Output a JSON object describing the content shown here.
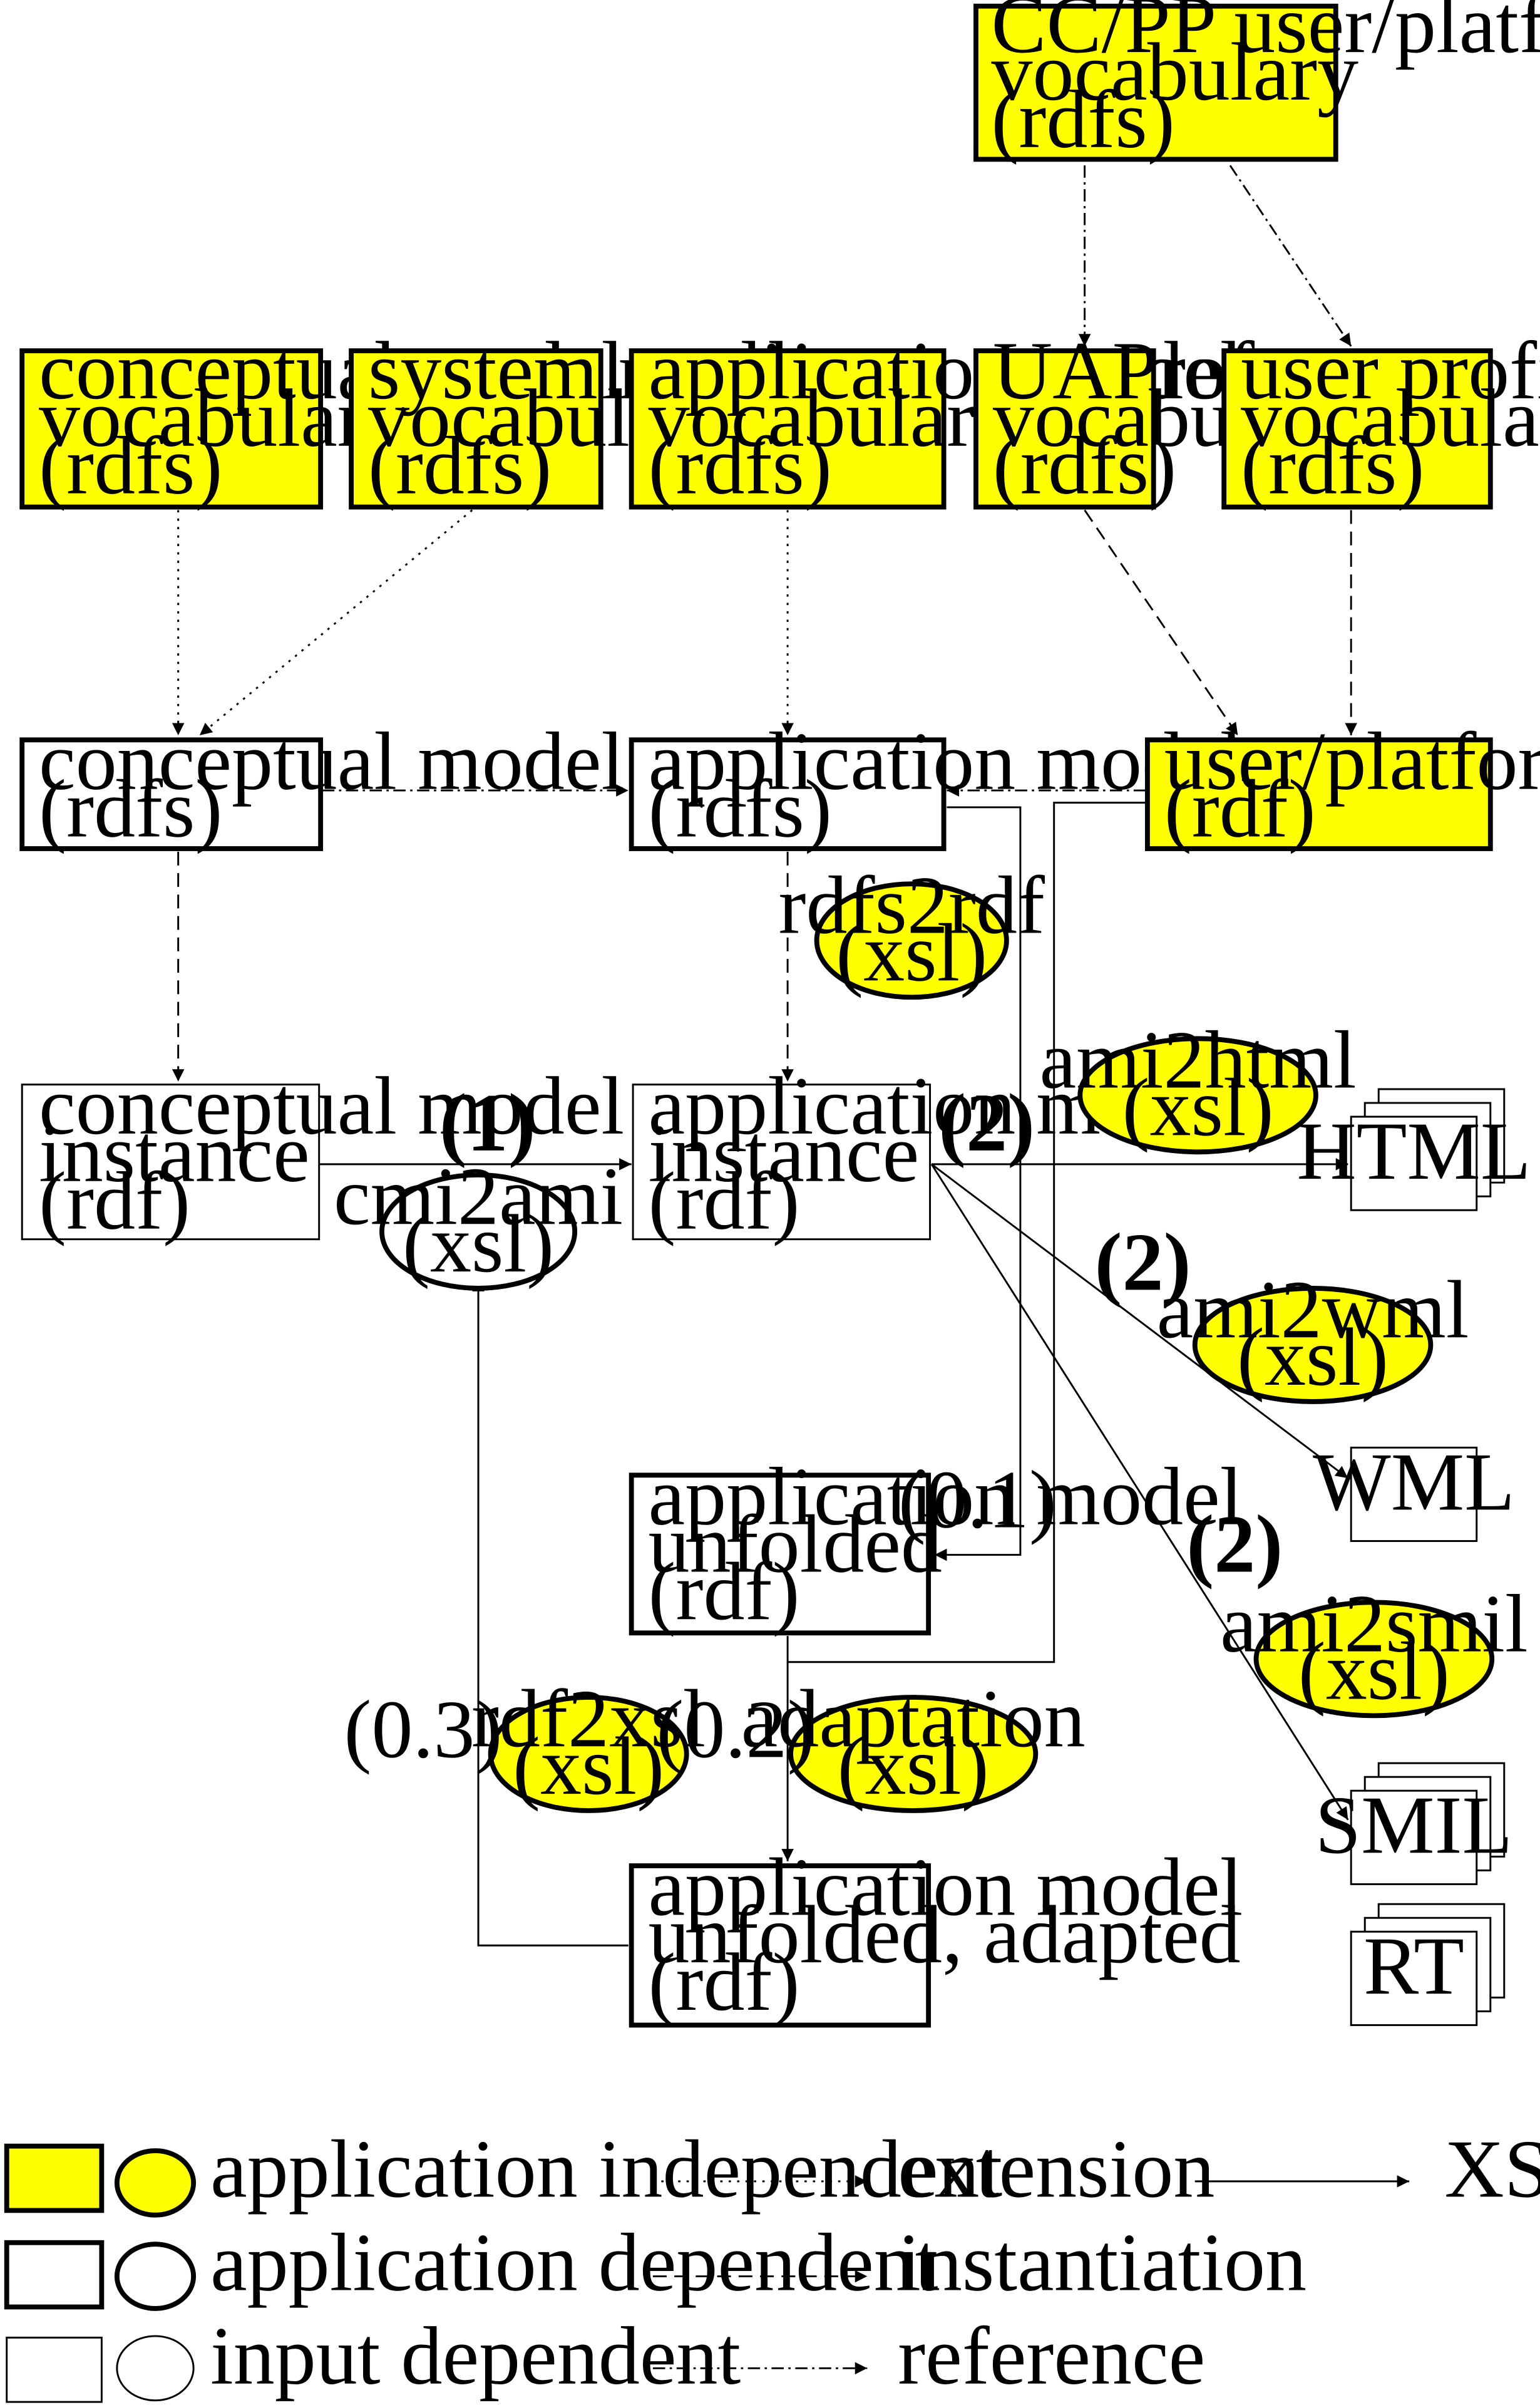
{
  "colors": {
    "independent_fill": "#ffff00",
    "dependent_fill": "#ffffff",
    "stroke": "#000000"
  },
  "nodes": {
    "ccpp_vocab": {
      "lines": [
        "CC/PP user/platform",
        "vocabulary",
        "(rdfs)"
      ],
      "shape": "box",
      "kind": "independent"
    },
    "cm_vocab": {
      "lines": [
        "conceptual model",
        "vocabulary",
        "(rdfs)"
      ],
      "shape": "box",
      "kind": "independent"
    },
    "sm_vocab": {
      "lines": [
        "system media",
        "vocabulary",
        "(rdfs)"
      ],
      "shape": "box",
      "kind": "independent"
    },
    "am_vocab": {
      "lines": [
        "application model",
        "vocabulary",
        "(rdfs)"
      ],
      "shape": "box",
      "kind": "independent"
    },
    "uaprof_vocab": {
      "lines": [
        "UAProf",
        "vocabulary",
        "(rdfs)"
      ],
      "shape": "box",
      "kind": "independent"
    },
    "up_vocab": {
      "lines": [
        "user profile",
        "vocabulary",
        "(rdfs)"
      ],
      "shape": "box",
      "kind": "independent"
    },
    "cm": {
      "lines": [
        "conceptual model",
        "(rdfs)"
      ],
      "shape": "box",
      "kind": "dependent"
    },
    "am": {
      "lines": [
        "application model",
        "(rdfs)"
      ],
      "shape": "box",
      "kind": "dependent"
    },
    "upp": {
      "lines": [
        "user/platform profile",
        "(rdf)"
      ],
      "shape": "box",
      "kind": "independent"
    },
    "cmi": {
      "lines": [
        "conceptual model",
        "instance",
        "(rdf)"
      ],
      "shape": "box",
      "kind": "input"
    },
    "ami": {
      "lines": [
        "application model",
        "instance",
        "(rdf)"
      ],
      "shape": "box",
      "kind": "input"
    },
    "am_unfolded": {
      "lines": [
        "application model",
        "unfolded",
        "(rdf)"
      ],
      "shape": "box",
      "kind": "dependent"
    },
    "am_adapted": {
      "lines": [
        "application model",
        "unfolded, adapted",
        "(rdf)"
      ],
      "shape": "box",
      "kind": "dependent"
    },
    "rdfs2rdf": {
      "lines": [
        "rdfs2rdf",
        "(xsl)"
      ],
      "shape": "ellipse",
      "kind": "independent"
    },
    "cmi2ami": {
      "lines": [
        "cmi2ami",
        "(xsl)"
      ],
      "shape": "ellipse",
      "kind": "dependent"
    },
    "ami2html": {
      "lines": [
        "ami2html",
        "(xsl)"
      ],
      "shape": "ellipse",
      "kind": "independent"
    },
    "ami2wml": {
      "lines": [
        "ami2wml",
        "(xsl)"
      ],
      "shape": "ellipse",
      "kind": "independent"
    },
    "ami2smil": {
      "lines": [
        "ami2smil",
        "(xsl)"
      ],
      "shape": "ellipse",
      "kind": "independent"
    },
    "rdf2xsl": {
      "lines": [
        "rdf2xsl",
        "(xsl)"
      ],
      "shape": "ellipse",
      "kind": "independent"
    },
    "adaptation": {
      "lines": [
        "adaptation",
        "(xsl)"
      ],
      "shape": "ellipse",
      "kind": "independent"
    },
    "html": {
      "lines": [
        "HTML"
      ],
      "shape": "stack",
      "kind": "output"
    },
    "wml": {
      "lines": [
        "WML"
      ],
      "shape": "box",
      "kind": "output"
    },
    "smil": {
      "lines": [
        "SMIL"
      ],
      "shape": "stack",
      "kind": "output"
    },
    "rt": {
      "lines": [
        "RT"
      ],
      "shape": "stack",
      "kind": "output"
    }
  },
  "edge_labels": {
    "step1": "(1)",
    "step2_html": "(2)",
    "step2_wml": "(2)",
    "step2_smil": "(2)",
    "step01": "(0.1)",
    "step02": "(0.2)",
    "step03": "(0.3)"
  },
  "legend": {
    "app_independent": "application independent",
    "app_dependent": "application dependent",
    "input_dependent": "input dependent",
    "extension": "extension",
    "instantiation": "instantiation",
    "reference": "reference",
    "xslt": "XSLT"
  }
}
